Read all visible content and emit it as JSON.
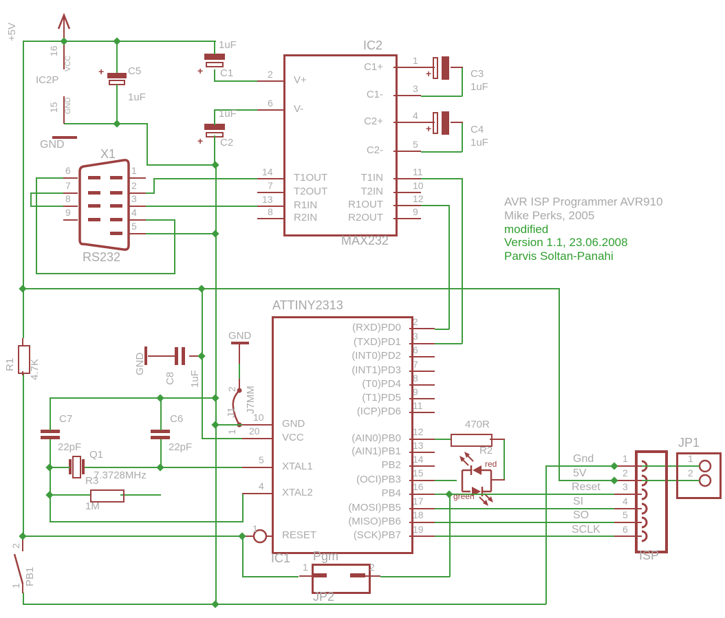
{
  "title_block": {
    "line1": "AVR ISP Programmer AVR910",
    "line2": "Mike Perks, 2005",
    "line3": "modified",
    "line4": "Version 1.1, 23.06.2008",
    "line5": "Parvis Soltan-Panahi"
  },
  "misc": {
    "plus": "+"
  },
  "colors": {
    "wire": "#3e9c3e",
    "symbol": "#9d4040",
    "text_gray": "#ababab",
    "text_green": "#2f9e2f"
  },
  "power": {
    "plus5v": "+5V",
    "ic2p": "IC2P",
    "pin16": "16",
    "vcc": "VCC",
    "pin15": "15",
    "gnd_pin": "GND",
    "gnd_symbol": "GND"
  },
  "components": {
    "c1": {
      "name": "C1",
      "value": "1uF"
    },
    "c2": {
      "name": "C2",
      "value": "1uF"
    },
    "c3": {
      "name": "C3",
      "value": "1uF"
    },
    "c4": {
      "name": "C4",
      "value": "1uF"
    },
    "c5": {
      "name": "C5",
      "value": "1uF"
    },
    "c6": {
      "name": "C6",
      "value": "22pF"
    },
    "c7": {
      "name": "C7",
      "value": "22pF"
    },
    "c8": {
      "name": "C8",
      "value": "1uF",
      "gnd": "GND"
    },
    "r1": {
      "name": "R1",
      "value": "4.7K"
    },
    "r2": {
      "name": "R2",
      "value": "470R"
    },
    "r3": {
      "name": "R3",
      "value": "1M"
    },
    "q1": {
      "name": "Q1",
      "value": "7.3728MHz"
    },
    "pb1": {
      "name": "PB1",
      "pin1": "1",
      "pin2": "2"
    },
    "j1": {
      "name": "J1",
      "type": "J7MM",
      "pin1": "1",
      "pin2": "2",
      "gnd": "GND"
    },
    "led_red": "red",
    "led_green": "green"
  },
  "x1": {
    "name": "X1",
    "type": "RS232",
    "left_pins": [
      "6",
      "7",
      "8",
      "9"
    ],
    "right_pins": [
      "1",
      "2",
      "3",
      "4",
      "5"
    ]
  },
  "ic2": {
    "name": "IC2",
    "type": "MAX232",
    "left_pins": [
      {
        "num": "2",
        "label": "V+"
      },
      {
        "num": "6",
        "label": "V-"
      },
      {
        "num": "14",
        "label": "T1OUT"
      },
      {
        "num": "7",
        "label": "T2OUT"
      },
      {
        "num": "13",
        "label": "R1IN"
      },
      {
        "num": "8",
        "label": "R2IN"
      }
    ],
    "right_pins": [
      {
        "num": "1",
        "label": "C1+"
      },
      {
        "num": "3",
        "label": "C1-"
      },
      {
        "num": "4",
        "label": "C2+"
      },
      {
        "num": "5",
        "label": "C2-"
      },
      {
        "num": "11",
        "label": "T1IN"
      },
      {
        "num": "10",
        "label": "T2IN"
      },
      {
        "num": "12",
        "label": "R1OUT"
      },
      {
        "num": "9",
        "label": "R2OUT"
      }
    ]
  },
  "ic1": {
    "name": "IC1",
    "type": "ATTINY2313",
    "left_pins": [
      {
        "num": "10",
        "label": "GND"
      },
      {
        "num": "20",
        "label": "VCC"
      },
      {
        "num": "5",
        "label": "XTAL1"
      },
      {
        "num": "4",
        "label": "XTAL2"
      },
      {
        "num": "1",
        "label": "RESET"
      }
    ],
    "right_pins": [
      {
        "num": "2",
        "label": "(RXD)PD0"
      },
      {
        "num": "3",
        "label": "(TXD)PD1"
      },
      {
        "num": "6",
        "label": "(INT0)PD2"
      },
      {
        "num": "7",
        "label": "(INT1)PD3"
      },
      {
        "num": "8",
        "label": "(T0)PD4"
      },
      {
        "num": "9",
        "label": "(T1)PD5"
      },
      {
        "num": "11",
        "label": "(ICP)PD6"
      },
      {
        "num": "12",
        "label": "(AIN0)PB0"
      },
      {
        "num": "13",
        "label": "(AIN1)PB1"
      },
      {
        "num": "14",
        "label": "PB2"
      },
      {
        "num": "15",
        "label": "(OCI)PB3"
      },
      {
        "num": "16",
        "label": "PB4"
      },
      {
        "num": "17",
        "label": "(MOSI)PB5"
      },
      {
        "num": "18",
        "label": "(MISO)PB6"
      },
      {
        "num": "19",
        "label": "(SCK)PB7"
      }
    ]
  },
  "isp": {
    "name": "ISP",
    "pins": [
      {
        "num": "1",
        "net": "Gnd"
      },
      {
        "num": "2",
        "net": "5V"
      },
      {
        "num": "3",
        "net": "Reset"
      },
      {
        "num": "4",
        "net": "SI"
      },
      {
        "num": "5",
        "net": "SO"
      },
      {
        "num": "6",
        "net": "SCLK"
      }
    ]
  },
  "jp1": {
    "name": "JP1",
    "pins": [
      "1",
      "2"
    ]
  },
  "jp2": {
    "name": "JP2",
    "label": "Pgm",
    "pins": [
      "1",
      "2"
    ]
  }
}
